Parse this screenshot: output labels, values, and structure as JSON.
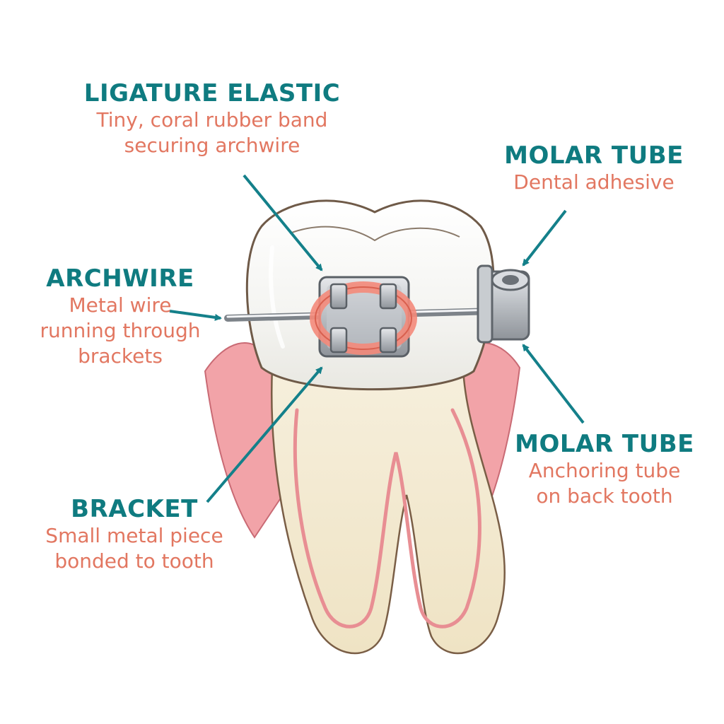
{
  "labels": {
    "ligature": {
      "title": "LIGATURE ELASTIC",
      "desc1": "Tiny, coral rubber band",
      "desc2": "securing archwire"
    },
    "molar_top": {
      "title": "MOLAR TUBE",
      "desc1": "Dental adhesive"
    },
    "archwire": {
      "title": "ARCHWIRE",
      "desc1": "Metal wire",
      "desc2": "running through",
      "desc3": "brackets"
    },
    "molar_bottom": {
      "title": "MOLAR TUBE",
      "desc1": "Anchoring tube",
      "desc2": "on back tooth"
    },
    "bracket": {
      "title": "BRACKET",
      "desc1": "Small metal piece",
      "desc2": "bonded to tooth"
    }
  },
  "colors": {
    "title_teal": "#0f7b80",
    "desc_coral": "#e27761",
    "arrow_teal": "#14808a",
    "gum_pink": "#f2a3a8",
    "enamel": "#f4f4f1",
    "root": "#f3ead2",
    "elastic_coral": "#f4897a",
    "metal": "#b9bdc2"
  }
}
